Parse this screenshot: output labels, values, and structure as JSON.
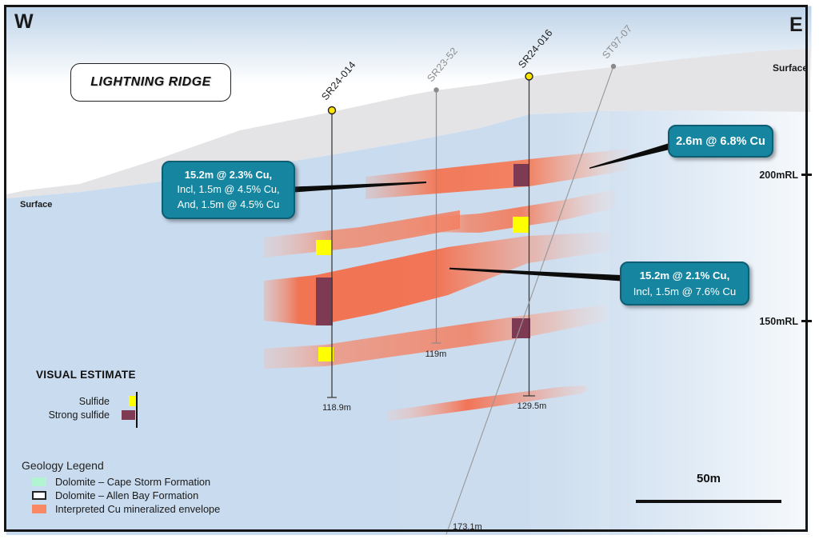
{
  "figure": {
    "title": "LIGHTNING RIDGE",
    "type": "geological cross-section",
    "orientation": {
      "west": "W",
      "east": "E"
    },
    "surface_left": "Surface",
    "surface_right": "Surface"
  },
  "drill_holes": [
    {
      "id": "SR24-014",
      "depth_label": "118.9m",
      "collar": "yellow",
      "label_color": "black"
    },
    {
      "id": "SR23-52",
      "depth_label": "119m",
      "collar": "gray",
      "label_color": "gray"
    },
    {
      "id": "SR24-016",
      "depth_label": "129.5m",
      "collar": "yellow",
      "label_color": "black"
    },
    {
      "id": "ST97-07",
      "depth_label": "173.1m",
      "collar": "gray",
      "label_color": "gray"
    }
  ],
  "intercept_markers": [
    {
      "hole": "SR24-016",
      "type": "strong-sulfide"
    },
    {
      "hole": "SR24-016",
      "type": "sulfide"
    },
    {
      "hole": "SR24-014",
      "type": "sulfide"
    },
    {
      "hole": "SR24-014",
      "type": "strong-sulfide"
    },
    {
      "hole": "SR24-016",
      "type": "strong-sulfide"
    },
    {
      "hole": "SR24-014",
      "type": "sulfide"
    }
  ],
  "callouts": [
    {
      "lines": [
        "15.2m @ 2.3% Cu,",
        "Incl, 1.5m @ 4.5% Cu,",
        "And, 1.5m @ 4.5% Cu"
      ]
    },
    {
      "lines": [
        "2.6m @ 6.8% Cu"
      ]
    },
    {
      "lines": [
        "15.2m @ 2.1% Cu,",
        "Incl, 1.5m @ 7.6% Cu"
      ]
    }
  ],
  "elevation_labels": [
    "200mRL",
    "150mRL"
  ],
  "scale_bar": {
    "label": "50m"
  },
  "visual_estimate": {
    "title": "VISUAL ESTIMATE",
    "items": [
      {
        "label": "Sulfide",
        "color": "#ffff00"
      },
      {
        "label": "Strong sulfide",
        "color": "#7d3a52"
      }
    ]
  },
  "geology_legend": {
    "title": "Geology Legend",
    "items": [
      {
        "label": "Dolomite – Cape Storm Formation",
        "color": "#b2f4d1"
      },
      {
        "label": "Dolomite – Allen Bay Formation",
        "color": "#ffffff",
        "outline": "#222222"
      },
      {
        "label": "Interpreted Cu mineralized envelope",
        "color": "#f98866"
      }
    ]
  },
  "colors": {
    "callout_fill": "#1585a0",
    "callout_border": "#0d5e73",
    "section_blue": "#c9dbee",
    "surface_gray": "#e4e4e7",
    "envelope_orange": "#f3714b",
    "sulfide_yellow": "#ffff00",
    "strong_sulfide_maroon": "#7d3a52"
  }
}
